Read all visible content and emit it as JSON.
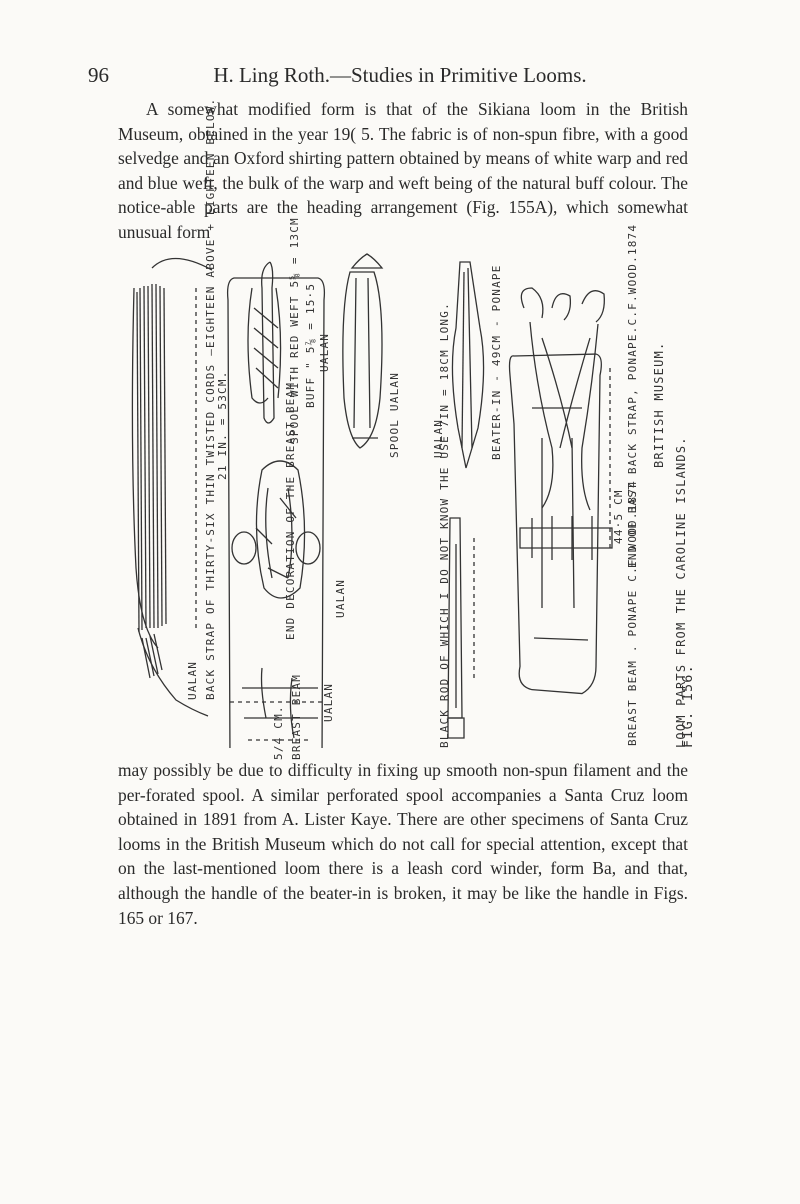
{
  "header": {
    "page_number": "96",
    "running_title": "H. Ling Roth.—Studies in Primitive Looms."
  },
  "body": {
    "para1": "A somewhat modified form is that of the Sikiana loom in the British Museum, obtained in the year 19( 5. The fabric is of non-spun fibre, with a good selvedge and an Oxford shirting pattern obtained by means of white warp and red and blue weft, the bulk of the warp and weft being of the natural buff colour. The notice-able parts are the heading arrangement (Fig. 155A), which somewhat unusual form",
    "para2": "may possibly be due to difficulty in fixing up smooth non-spun filament and the per-forated spool. A similar perforated spool accompanies a Santa Cruz loom obtained in 1891 from A. Lister Kaye. There are other specimens of Santa Cruz looms in the British Museum which do not call for special attention, except that on the last-mentioned loom there is a leash cord winder, form Ba, and that, although the handle of the beater-in is broken, it may be like the handle in Figs. 165 or 167."
  },
  "figure": {
    "labels": {
      "ualan_left": "UALAN",
      "back_strap": "BACK STRAP OF THIRTY-SIX THIN TWISTED CORDS —EIGHTEEN ABOVE + EIGHTEEN BELOW.",
      "back_strap_dim": "21 IN. = 53CM.",
      "spool_weft": "SPOOL WITH RED WEFT 5⅝ = 13CM",
      "spool_buff": "BUFF  \" 5⅞ = 15·5",
      "spool_ualan": "UALAN",
      "end_decoration": "END DECORATION OF THE BREAST BEAM.",
      "end_ualan": "UALAN",
      "spool_ualan2": "SPOOL  UALAN",
      "ualan_mid": "UALAN",
      "black_rod": "BLACK ROD OF WHICH I DO NOT KNOW THE USE  7IN = 18CM LONG.",
      "beater_in": "BEATER-IN - 49CM - PONAPE",
      "breast_beam_left": "BREAST BEAM",
      "breast_beam_dim": "5/4 CM.",
      "ualan_beam": "UALAN",
      "end_back_beam": "END OF BAST BACK STRAP, PONAPE.C.F.WOOD.1874",
      "end_back_dim": "44·5 CM",
      "breast_beam_ponape": "BREAST BEAM . PONAPE C.F.WOOD.1874",
      "british_museum": "BRITISH MUSEUM.",
      "loom_parts": "LOOM PARTS FROM THE CAROLINE ISLANDS.",
      "fig_caption": "FIG. 156."
    }
  }
}
